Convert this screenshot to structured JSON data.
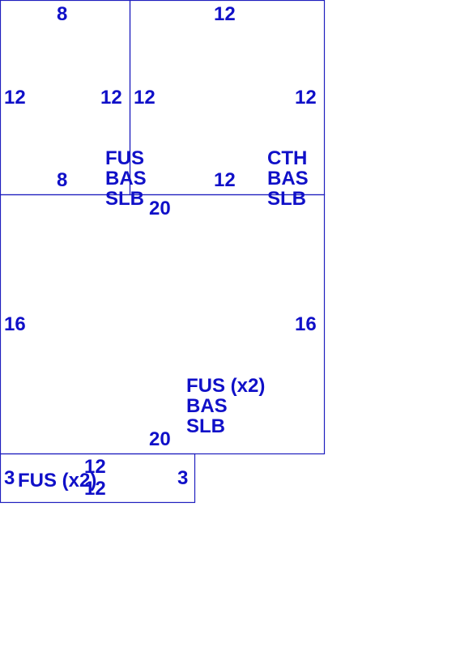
{
  "colors": {
    "line": "#1f1fbf",
    "text": "#1010c8",
    "background": "#ffffff"
  },
  "panels": [
    {
      "id": "top-left",
      "top": "8",
      "bottom": "8",
      "left": "12",
      "right": "12",
      "tags": [
        "FUS",
        "BAS",
        "SLB"
      ]
    },
    {
      "id": "top-right",
      "top": "12",
      "bottom": "12",
      "left": "12",
      "right": "12",
      "tags": [
        "CTH",
        "BAS",
        "SLB"
      ]
    },
    {
      "id": "middle",
      "top": "20",
      "bottom": "20",
      "left": "16",
      "right": "16",
      "tags": [
        "FUS (x2)",
        "BAS",
        "SLB"
      ]
    },
    {
      "id": "bottom-small",
      "top": "12",
      "bottom": "12",
      "left": "3",
      "right": "3",
      "tags": [
        "FUS (x2)"
      ]
    }
  ]
}
